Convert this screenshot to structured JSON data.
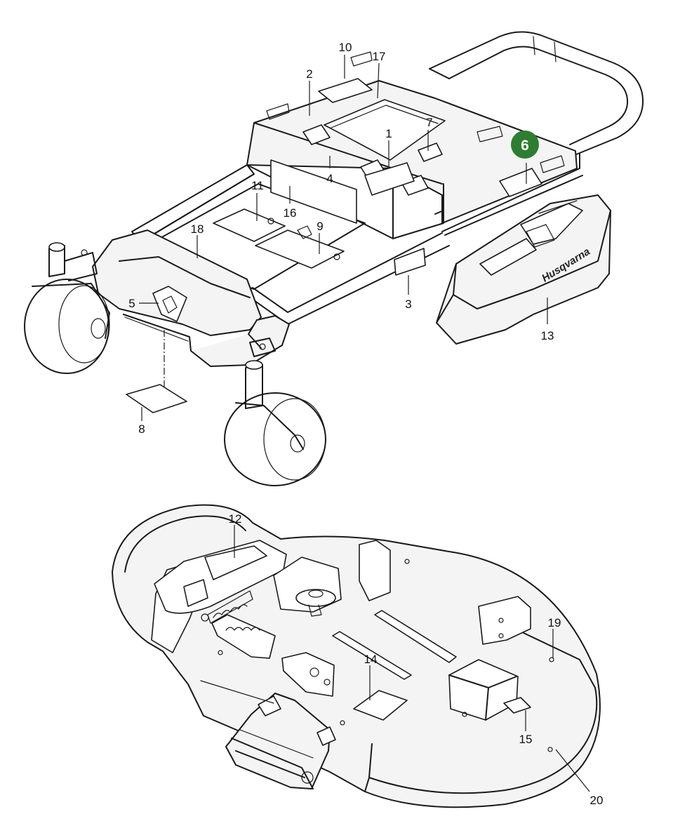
{
  "brand_text": "Husqvarna",
  "highlight": {
    "number": "6",
    "color": "#2e7d32"
  },
  "callouts": [
    {
      "id": "1",
      "label": "1"
    },
    {
      "id": "2",
      "label": "2"
    },
    {
      "id": "3",
      "label": "3"
    },
    {
      "id": "4",
      "label": "4"
    },
    {
      "id": "5",
      "label": "5"
    },
    {
      "id": "7",
      "label": "7"
    },
    {
      "id": "8",
      "label": "8"
    },
    {
      "id": "9",
      "label": "9"
    },
    {
      "id": "10",
      "label": "10"
    },
    {
      "id": "11",
      "label": "11"
    },
    {
      "id": "12",
      "label": "12"
    },
    {
      "id": "13",
      "label": "13"
    },
    {
      "id": "14",
      "label": "14"
    },
    {
      "id": "15",
      "label": "15"
    },
    {
      "id": "16",
      "label": "16"
    },
    {
      "id": "17",
      "label": "17"
    },
    {
      "id": "18",
      "label": "18"
    },
    {
      "id": "19",
      "label": "19"
    },
    {
      "id": "20",
      "label": "20"
    }
  ]
}
